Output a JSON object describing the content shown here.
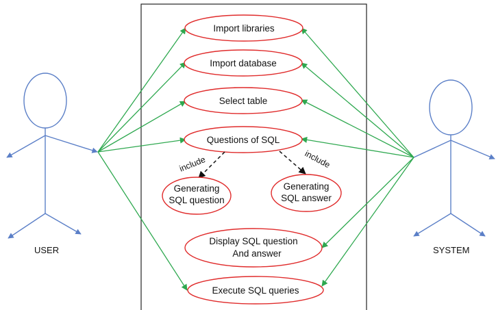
{
  "actors": {
    "user": "USER",
    "system": "SYSTEM"
  },
  "use_cases": {
    "import_libraries": "Import libraries",
    "import_database": "Import database",
    "select_table": "Select table",
    "questions_of_sql": "Questions of SQL",
    "generating_question_line1": "Generating",
    "generating_question_line2": "SQL question",
    "generating_answer_line1": "Generating",
    "generating_answer_line2": "SQL answer",
    "display_line1": "Display SQL question",
    "display_line2": "And answer",
    "execute_queries": "Execute SQL queries"
  },
  "relations": {
    "include_left": "include",
    "include_right": "include"
  },
  "colors": {
    "actor_stroke": "#5b7fc7",
    "association": "#2ea84f",
    "usecase_stroke": "#e02b2b",
    "boundary": "#222222",
    "include_arrow": "#111111"
  }
}
